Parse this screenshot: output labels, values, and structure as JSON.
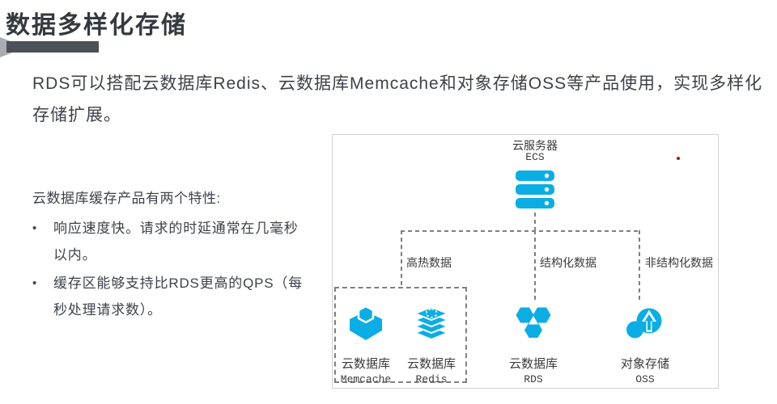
{
  "page": {
    "title": "数据多样化存储",
    "intro": "RDS可以搭配云数据库Redis、云数据库Memcache和对象存储OSS等产品使用，实现多样化存储扩展。",
    "features": {
      "heading": "云数据库缓存产品有两个特性:",
      "bullet": "•",
      "items": [
        "响应速度快。请求的时延通常在几毫秒以内。",
        "缓存区能够支持比RDS更高的QPS（每秒处理请求数）。"
      ]
    }
  },
  "diagram": {
    "root": {
      "label": "云服务器",
      "sublabel": "ECS",
      "icon": "ecs-server-icon"
    },
    "branch_labels": [
      "高热数据",
      "结构化数据",
      "非结构化数据"
    ],
    "nodes": [
      {
        "label": "云数据库",
        "sublabel": "Memcache",
        "icon": "memcache-icon"
      },
      {
        "label": "云数据库",
        "sublabel": "Redis",
        "icon": "redis-icon"
      },
      {
        "label": "云数据库",
        "sublabel": "RDS",
        "icon": "rds-icon"
      },
      {
        "label": "对象存储",
        "sublabel": "OSS",
        "icon": "oss-icon"
      }
    ],
    "colors": {
      "accent": "#0baee4",
      "dashed_line": "#7f7f7f",
      "panel_border": "#d2d2d2",
      "red_dot": "#8e1f1f"
    }
  }
}
